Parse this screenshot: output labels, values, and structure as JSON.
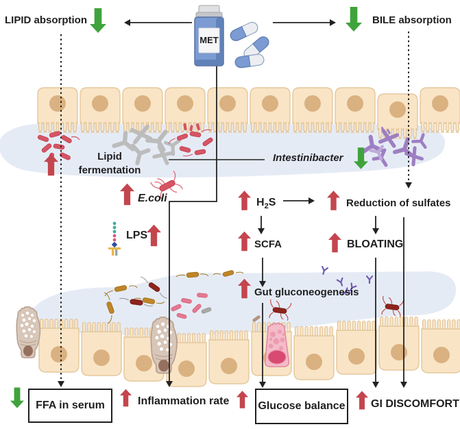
{
  "theme": {
    "ink": "#1f1f21",
    "red": "#c4454e",
    "green": "#3fa33c",
    "mucus": "#e5ebf5",
    "cell-fill": "#f9e4c6",
    "cell-stroke": "#e3c89c",
    "nucleus": "#dab180",
    "bottle-blue": "#7b9bd2"
  },
  "top": {
    "lipid_absorption": "LIPID absorption",
    "bile_absorption": "BILE absorption",
    "met": "MET"
  },
  "middle": {
    "lipid_fermentation_1": "Lipid",
    "lipid_fermentation_2": "fermentation",
    "intestinibacter": "Intestinibacter",
    "ecoli": "E.coli",
    "lps": "LPS",
    "h2s_pre": "H",
    "h2s_sub": "2",
    "h2s_post": "S",
    "scfa": "SCFA",
    "reduction_of_sulfates": "Reduction of sulfates",
    "bloating": "BLOATING",
    "gut_gluconeogenesis": "Gut gluconeogenesis"
  },
  "bottom": {
    "ffa_in_serum": "FFA in serum",
    "inflammation_rate": "Inflammation rate",
    "glucose_balance": "Glucose balance",
    "gi_discomfort": "GI DISCOMFORT"
  },
  "effects": [
    {
      "item": "LIPID absorption",
      "change": "decrease"
    },
    {
      "item": "BILE absorption",
      "change": "decrease"
    },
    {
      "item": "Lipid fermentation bacteria",
      "change": "increase"
    },
    {
      "item": "Intestinibacter",
      "change": "decrease"
    },
    {
      "item": "E.coli",
      "change": "increase"
    },
    {
      "item": "LPS",
      "change": "increase"
    },
    {
      "item": "H2S",
      "change": "increase"
    },
    {
      "item": "SCFA",
      "change": "increase"
    },
    {
      "item": "Reduction of sulfates",
      "change": "increase"
    },
    {
      "item": "BLOATING",
      "change": "increase"
    },
    {
      "item": "Gut gluconeogenesis",
      "change": "increase"
    },
    {
      "item": "FFA in serum",
      "change": "decrease"
    },
    {
      "item": "Inflammation rate",
      "change": "increase"
    },
    {
      "item": "Glucose balance",
      "change": "increase"
    },
    {
      "item": "GI DISCOMFORT",
      "change": "increase"
    }
  ],
  "icons": {
    "up-arrow-icon": "red block arrow up = increase",
    "down-arrow-icon": "green block arrow down = decrease",
    "pill-bottle-icon": "medication bottle labeled MET",
    "capsule-icon": "blue and white capsule pill",
    "lps-molecule-icon": "lipopolysaccharide chain",
    "e-coli-icon": "red rod bacterium with flagella",
    "goblet-cell-icon": "intestinal goblet cell",
    "epithelium-icon": "row of intestinal epithelial cells with microvilli",
    "mucus-layer-icon": "pale blue mucus layer",
    "antibody-icon": "small Y-shaped antibody"
  }
}
